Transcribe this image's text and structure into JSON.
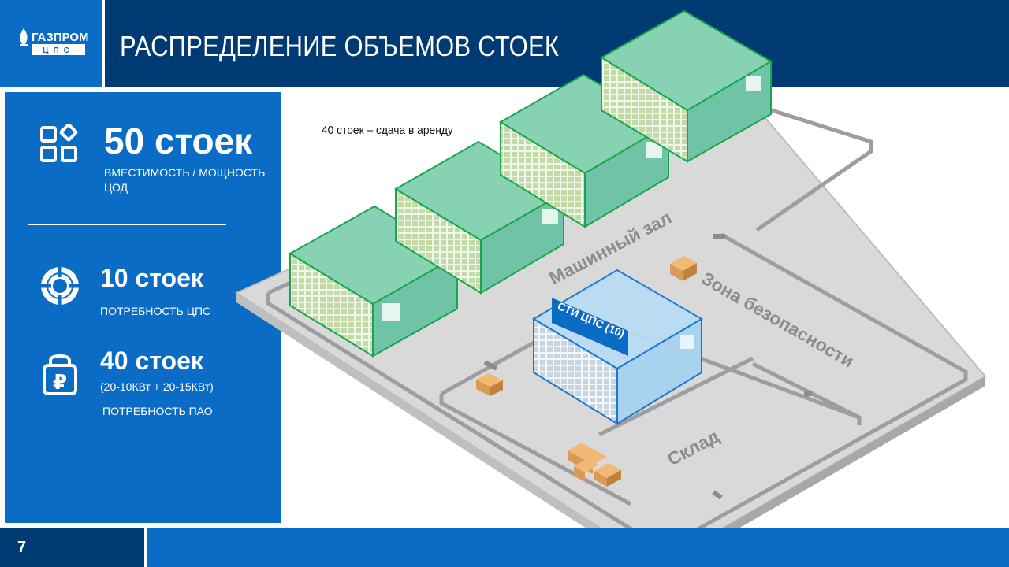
{
  "header": {
    "logo_text": "ГАЗПРОМ",
    "logo_subtext": "ЦПС",
    "title": "РАСПРЕДЕЛЕНИЕ ОБЪЕМОВ СТОЕК"
  },
  "stats": [
    {
      "icon": "apps-grid-icon",
      "value": "50 стоек",
      "caption": "ВМЕСТИМОСТЬ / МОЩНОСТЬ ЦОД"
    },
    {
      "icon": "lifebuoy-icon",
      "value": "10 стоек",
      "caption": "ПОТРЕБНОСТЬ ЦПС"
    },
    {
      "icon": "ruble-bag-icon",
      "value": "40 стоек",
      "detail": "(20-10КВт + 20-15КВт)",
      "caption": "ПОТРЕБНОСТЬ ПАО"
    }
  ],
  "diagram": {
    "rent_label": "40 стоек – сдача в аренду",
    "machine_hall": "Машинный зал",
    "security_zone": "Зона безопасности",
    "warehouse": "Склад",
    "cps_rack_label": "СТИ ЦПС (10)"
  },
  "colors": {
    "brand_blue": "#0a6cc4",
    "dark_navy": "#003a73",
    "rack_green": "#6fc4a7",
    "rack_green_border": "#1aa64a",
    "rack_blue": "#a9d2ef",
    "floor_gray": "#d9d9d9",
    "box_tan": "#d99a55"
  },
  "footer": {
    "page_number": "7"
  }
}
